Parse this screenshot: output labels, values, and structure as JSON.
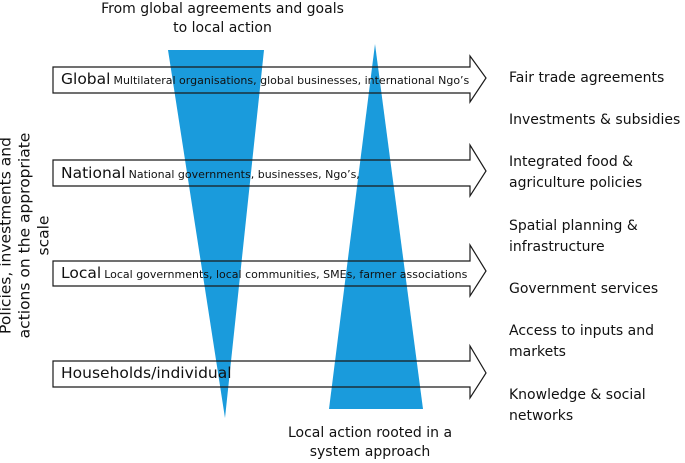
{
  "side_label": "Policies, investments and actions on the appropriate scale",
  "top_label": "From global agreements and goals to local action",
  "bottom_label": "Local action rooted in a system approach",
  "levels": [
    {
      "name": "Global",
      "description": "Multilateral organisations, global businesses, international Ngo’s"
    },
    {
      "name": "National",
      "description": "National governments, businesses, Ngo’s,"
    },
    {
      "name": "Local",
      "description": "Local governments, local communities, SMEs, farmer associations"
    },
    {
      "name": "Households/individual",
      "description": ""
    }
  ],
  "outcomes": [
    "Fair trade agreements",
    "Investments & subsidies",
    "Integrated food & agriculture policies",
    "Spatial planning & infrastructure",
    "Government services",
    "Access to inputs and markets",
    "Knowledge & social networks"
  ],
  "colors": {
    "wedge": "#1a9bdc",
    "arrow_stroke": "#1a1a1a",
    "text": "#111111"
  }
}
